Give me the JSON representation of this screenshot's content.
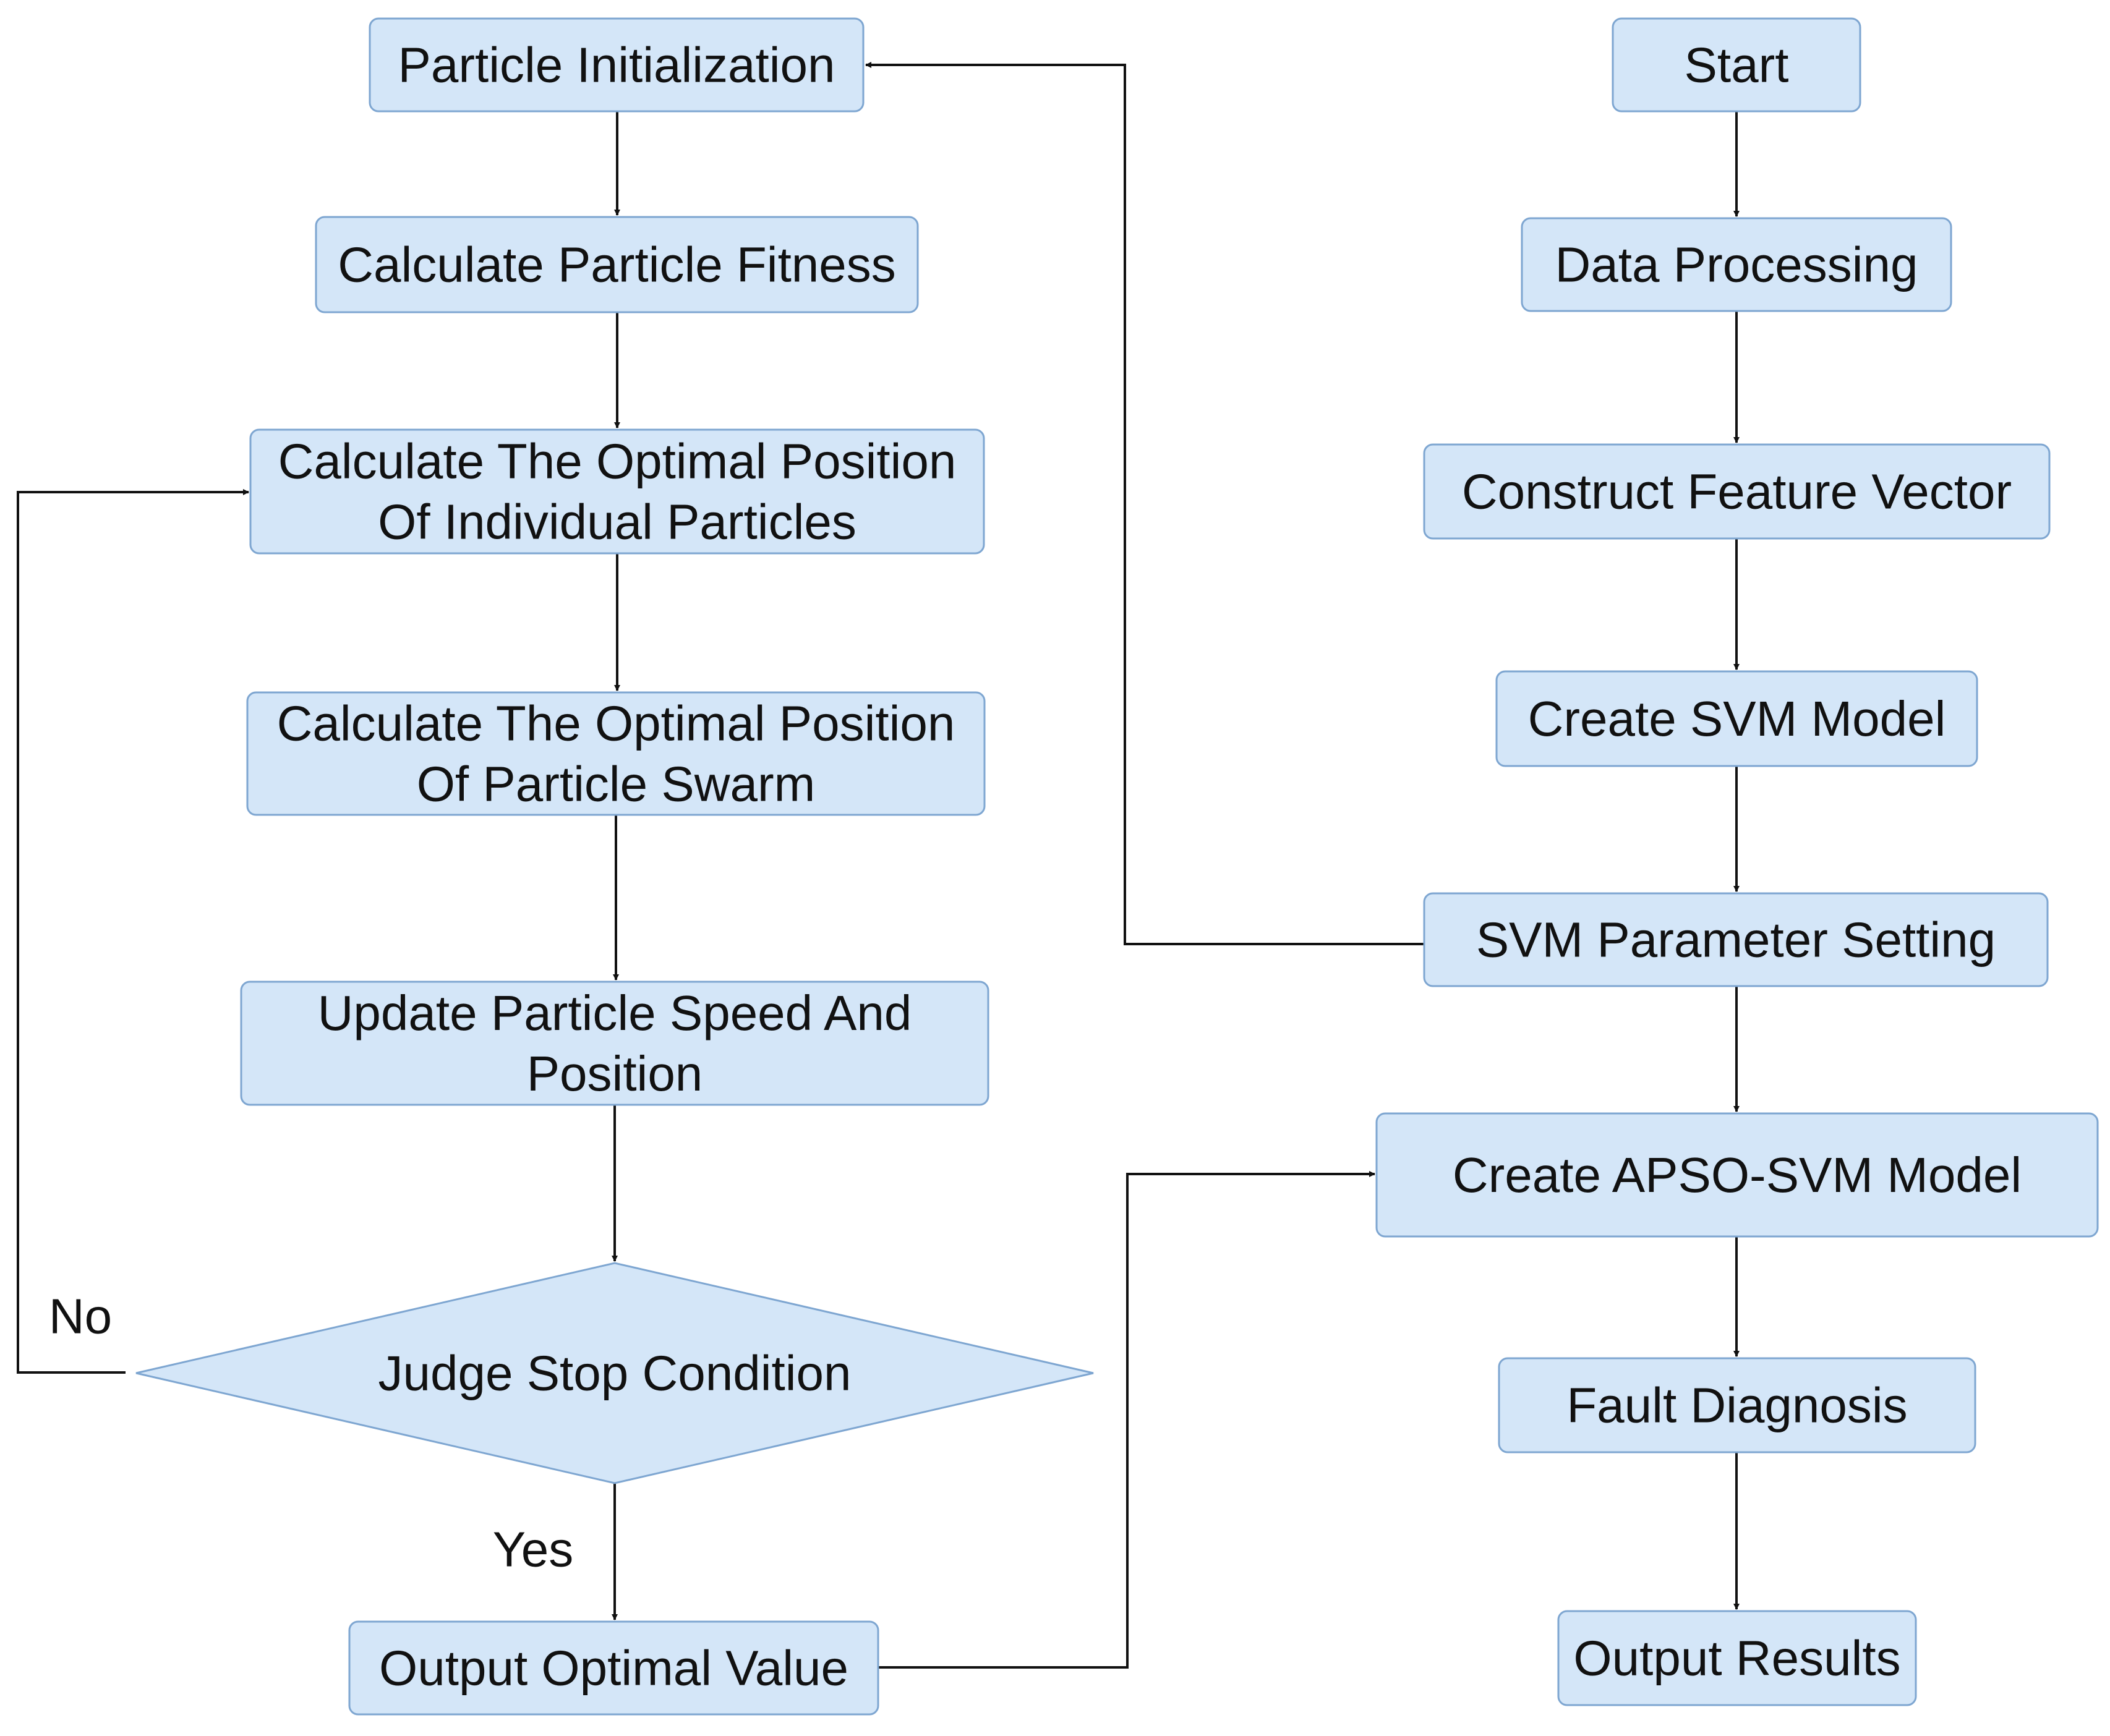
{
  "colors": {
    "node_fill": "#d4e6f8",
    "node_stroke": "#7ea6d1",
    "edge": "#111111",
    "text": "#111111"
  },
  "nodes": {
    "start": [
      "Start"
    ],
    "data_processing": [
      "Data Processing"
    ],
    "construct_feature_vector": [
      "Construct Feature Vector"
    ],
    "create_svm_model": [
      "Create SVM Model"
    ],
    "svm_parameter_setting": [
      "SVM Parameter Setting"
    ],
    "create_apso_svm_model": [
      "Create APSO-SVM Model"
    ],
    "fault_diagnosis": [
      "Fault Diagnosis"
    ],
    "output_results": [
      "Output Results"
    ],
    "particle_initialization": [
      "Particle Initialization"
    ],
    "calculate_particle_fitness": [
      "Calculate Particle Fitness"
    ],
    "optimal_position_individual": [
      "Calculate The Optimal Position",
      "Of Individual Particles"
    ],
    "optimal_position_swarm": [
      "Calculate The Optimal Position",
      "Of Particle Swarm"
    ],
    "update_speed_position": [
      "Update Particle Speed And",
      "Position"
    ],
    "judge_stop_condition": [
      "Judge Stop Condition"
    ],
    "output_optimal_value": [
      "Output Optimal Value"
    ]
  },
  "edge_labels": {
    "no": "No",
    "yes": "Yes"
  }
}
